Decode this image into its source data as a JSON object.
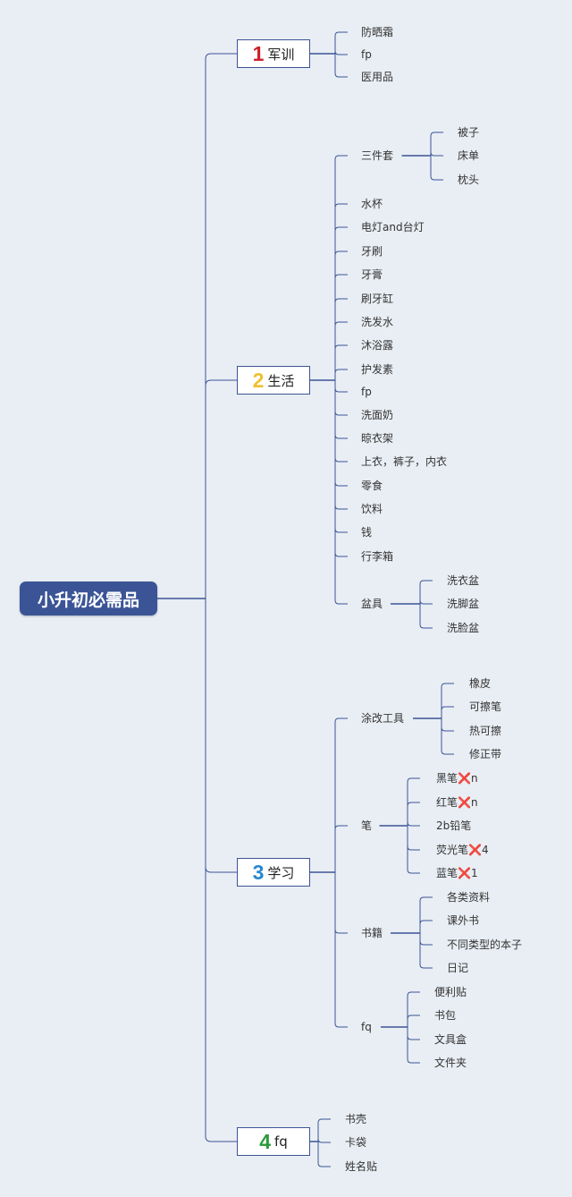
{
  "root": {
    "label": "小升初必需品"
  },
  "colors": {
    "line": "#3b5496",
    "background": "#e9eef4",
    "red": "#d0202a",
    "yellow": "#f0c030",
    "blue": "#2888d0",
    "green": "#2a9a3a"
  },
  "branches": [
    {
      "num": "1",
      "num_color": "#d0202a",
      "label": "军训",
      "items": [
        {
          "label": "防晒霜"
        },
        {
          "label": "fp"
        },
        {
          "label": "医用品"
        }
      ]
    },
    {
      "num": "2",
      "num_color": "#f0c030",
      "label": "生活",
      "items": [
        {
          "label": "三件套",
          "children": [
            "被子",
            "床单",
            "枕头"
          ]
        },
        {
          "label": "水杯"
        },
        {
          "label": "电灯and台灯"
        },
        {
          "label": "牙刷"
        },
        {
          "label": "牙膏"
        },
        {
          "label": "刷牙缸"
        },
        {
          "label": "洗发水"
        },
        {
          "label": "沐浴露"
        },
        {
          "label": "护发素"
        },
        {
          "label": "fp"
        },
        {
          "label": "洗面奶"
        },
        {
          "label": "晾衣架"
        },
        {
          "label": "上衣，裤子，内衣"
        },
        {
          "label": "零食"
        },
        {
          "label": "饮料"
        },
        {
          "label": "钱"
        },
        {
          "label": "行李箱"
        },
        {
          "label": "盆具",
          "children": [
            "洗衣盆",
            "洗脚盆",
            "洗脸盆"
          ]
        }
      ]
    },
    {
      "num": "3",
      "num_color": "#2888d0",
      "label": "学习",
      "items": [
        {
          "label": "涂改工具",
          "children": [
            "橡皮",
            "可擦笔",
            "热可擦",
            "修正带"
          ]
        },
        {
          "label": "笔",
          "children": [
            "黑笔❌n",
            "红笔❌n",
            "2b铅笔",
            "荧光笔❌4",
            "蓝笔❌1"
          ]
        },
        {
          "label": "书籍",
          "children": [
            "各类资料",
            "课外书",
            "不同类型的本子",
            "日记"
          ]
        },
        {
          "label": "fq",
          "children": [
            "便利贴",
            "书包",
            "文具盒",
            "文件夹"
          ]
        }
      ]
    },
    {
      "num": "4",
      "num_color": "#2a9a3a",
      "label": "fq",
      "items": [
        {
          "label": "书壳"
        },
        {
          "label": "卡袋"
        },
        {
          "label": "姓名贴"
        }
      ]
    }
  ]
}
